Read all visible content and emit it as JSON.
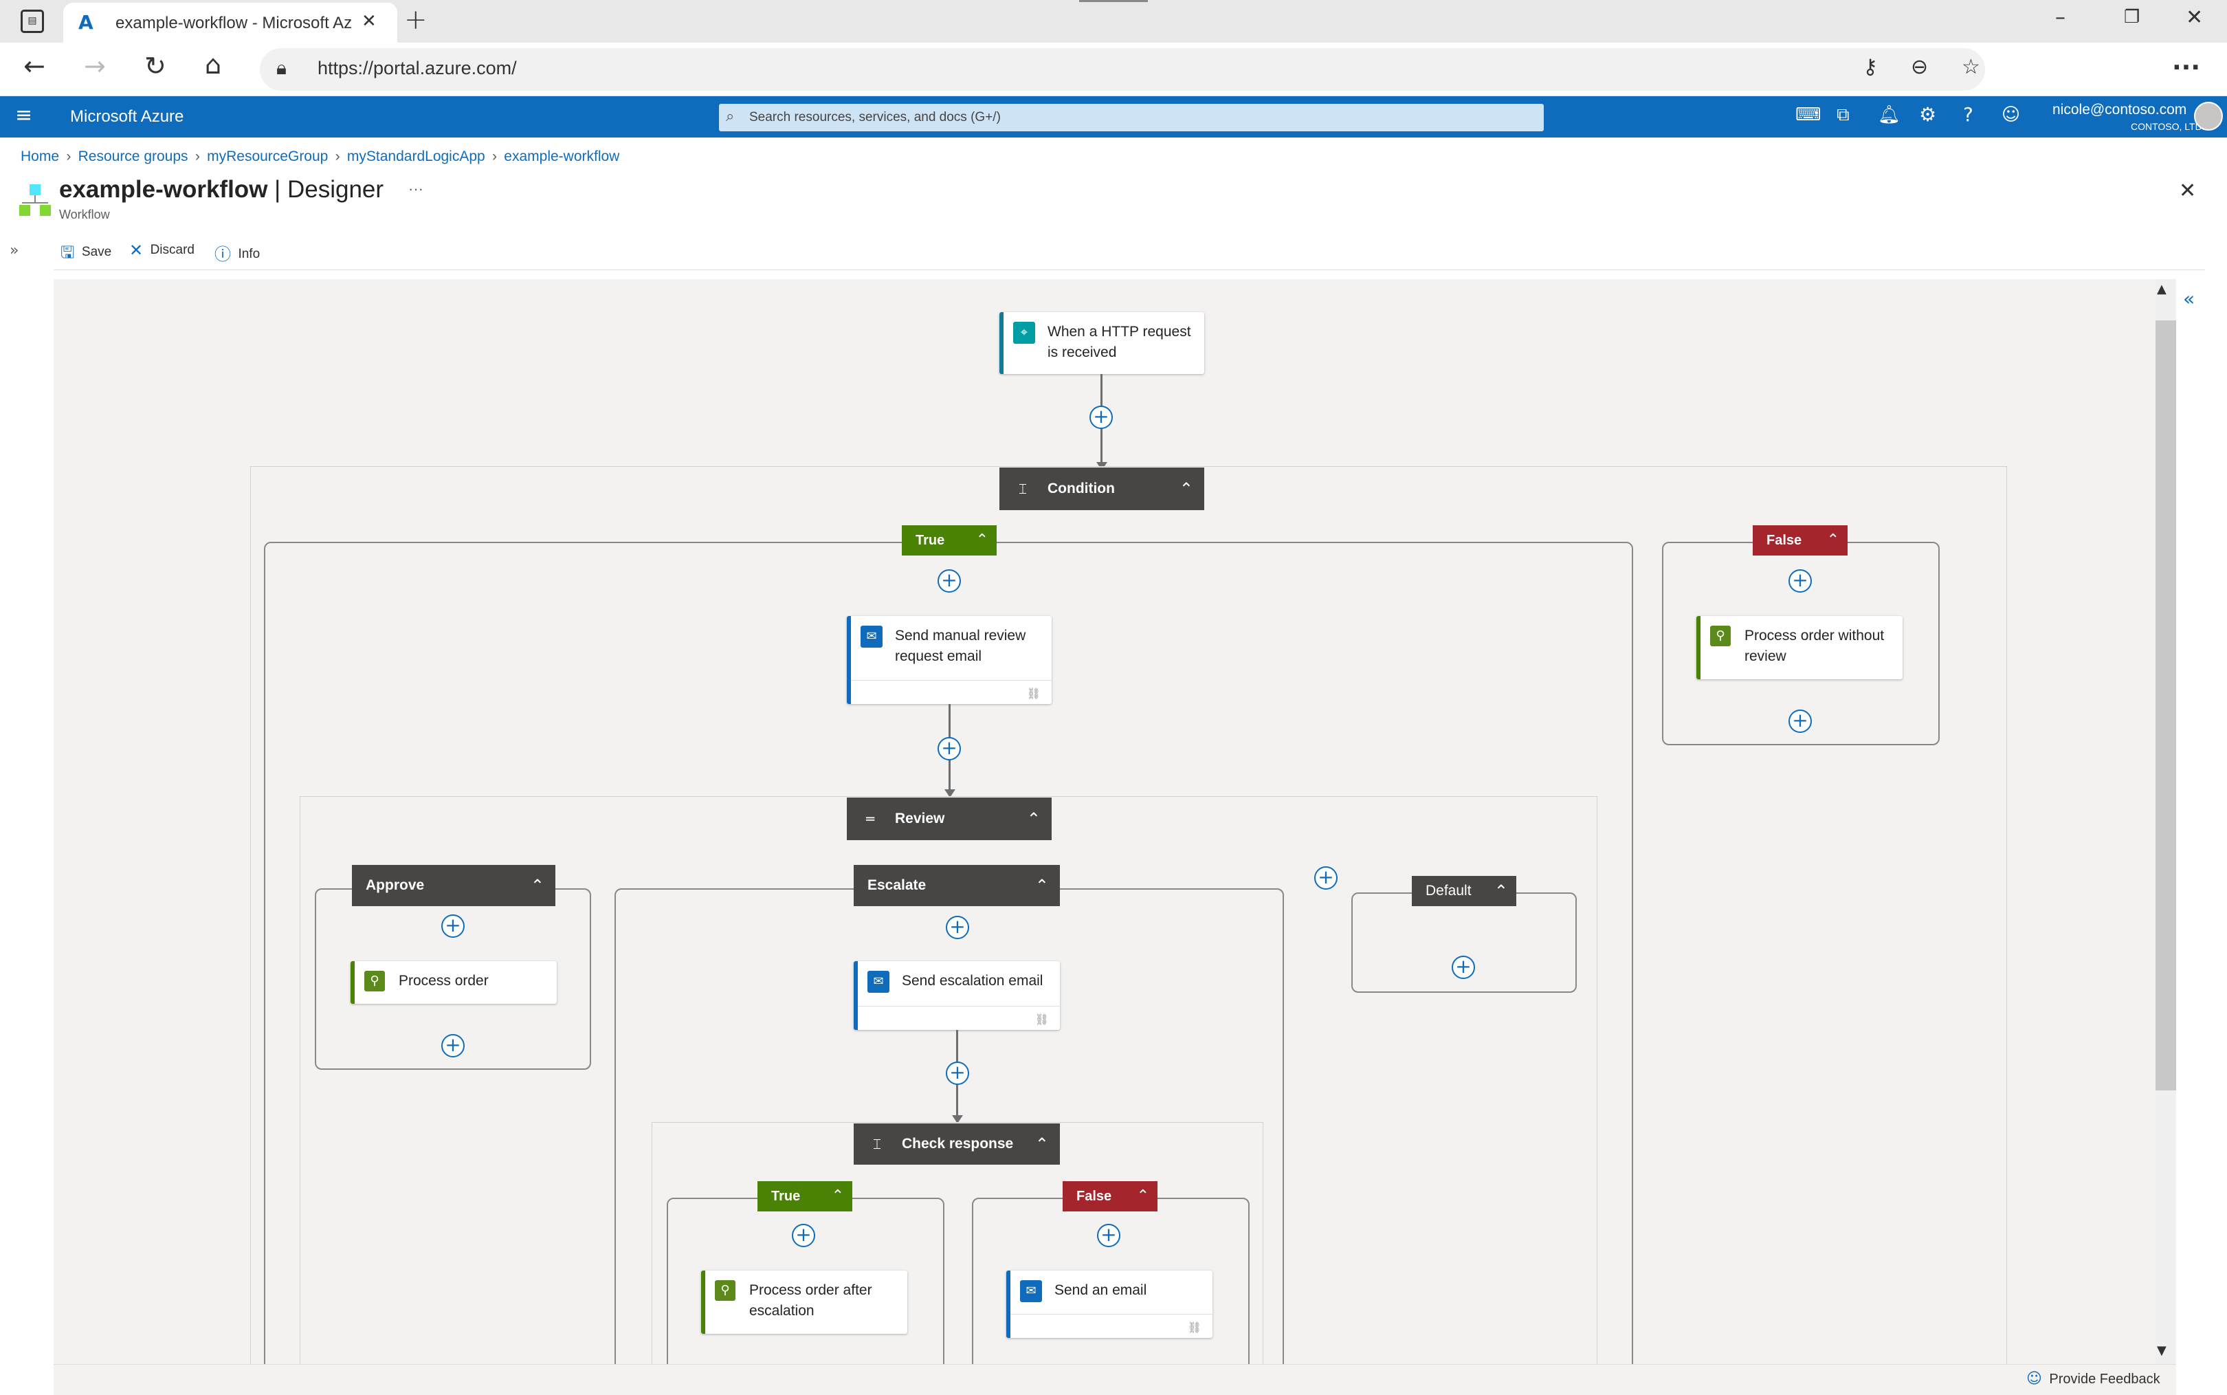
{
  "browser": {
    "tab_title": "example-workflow - Microsoft Az",
    "url": "https://portal.azure.com/"
  },
  "azure": {
    "brand": "Microsoft Azure",
    "search_placeholder": "Search resources, services, and docs (G+/)",
    "user_email": "nicole@contoso.com",
    "user_org": "CONTOSO, LTD."
  },
  "breadcrumb": [
    "Home",
    "Resource groups",
    "myResourceGroup",
    "myStandardLogicApp",
    "example-workflow"
  ],
  "page": {
    "title_bold": "example-workflow",
    "title_sep": " | ",
    "title_rest": "Designer",
    "subtitle": "Workflow",
    "more": "···"
  },
  "toolbar": {
    "save": "Save",
    "discard": "Discard",
    "info": "Info"
  },
  "workflow": {
    "trigger": "When a HTTP request is received",
    "condition": "Condition",
    "true_label": "True",
    "false_label": "False",
    "send_manual_review": "Send manual review request email",
    "process_without_review": "Process order without review",
    "review_switch": "Review",
    "approve_case": "Approve",
    "process_order": "Process order",
    "escalate_case": "Escalate",
    "send_escalation": "Send escalation email",
    "default_case": "Default",
    "check_response": "Check response",
    "true2_label": "True",
    "false2_label": "False",
    "process_after_escalation": "Process order after escalation",
    "send_email": "Send an email"
  },
  "footer": {
    "feedback": "Provide Feedback"
  },
  "colors": {
    "azure_blue": "#0f6cbd",
    "true_green": "#498205",
    "false_red": "#a4262c",
    "scope_header": "#484644"
  }
}
